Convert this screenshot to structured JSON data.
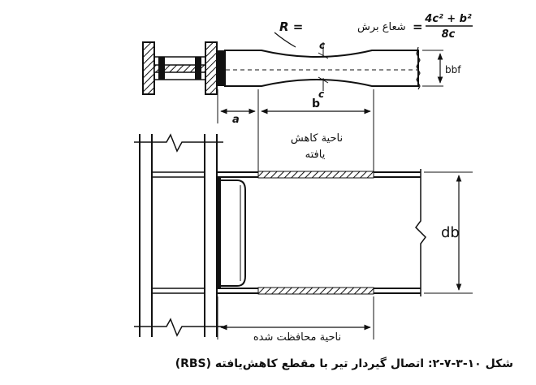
{
  "figure": {
    "formula": {
      "r_symbol": "R =",
      "radius_label": "شعاع برش",
      "equals": "=",
      "numerator": "4c² + b²",
      "denominator": "8c"
    },
    "labels": {
      "c_top": "c",
      "c_bottom": "c",
      "bbf": "bbf",
      "a": "a",
      "b": "b",
      "reduced_zone_line1": "ناحیة کاهش",
      "reduced_zone_line2": "یافته",
      "db": "db",
      "protected_zone": "ناحیة محافظت شده"
    },
    "caption": "شکل ۱۰-۳-۷-۲: اتصال گیردار تیر با مقطع کاهش‌یافته (RBS)"
  }
}
